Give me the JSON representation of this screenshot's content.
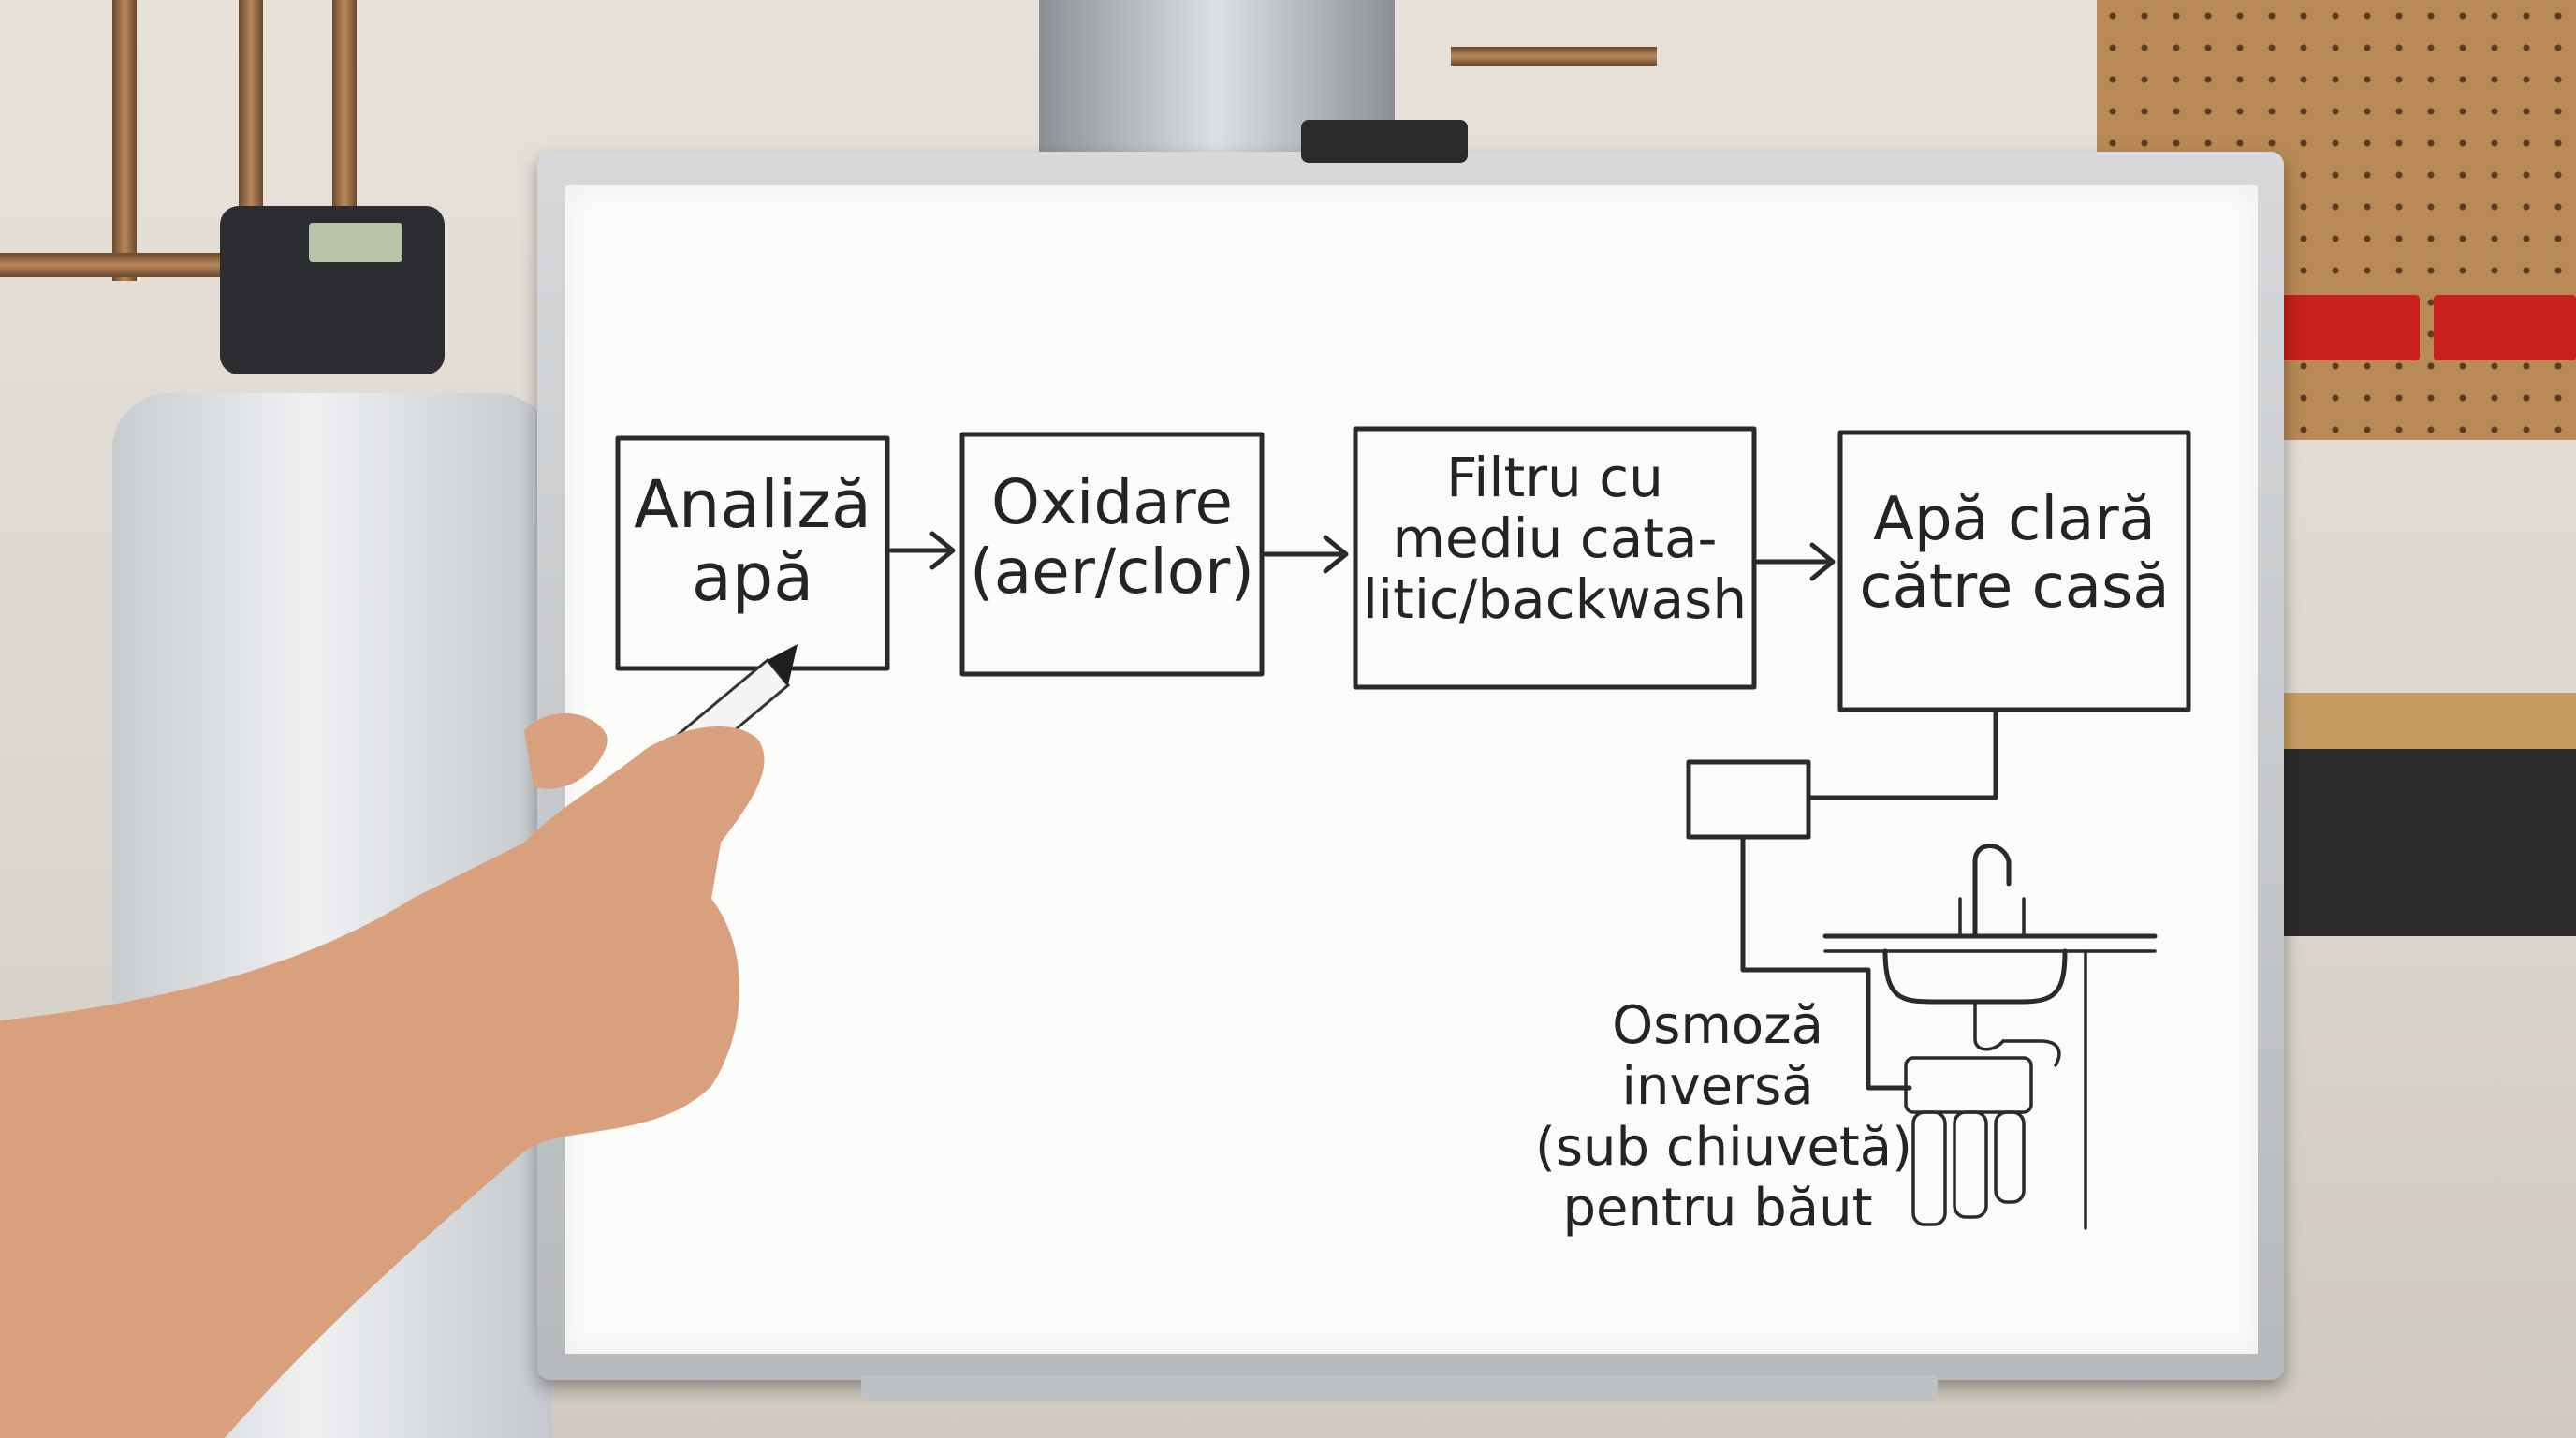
{
  "boxes": [
    {
      "lines": [
        "Analiză",
        "apă"
      ]
    },
    {
      "lines": [
        "Oxidare",
        "(aer/clor)"
      ]
    },
    {
      "lines": [
        "Filtru cu",
        "mediu cata-",
        "litic/backwash"
      ]
    },
    {
      "lines": [
        "Apă clară",
        "către casă"
      ]
    }
  ],
  "ro_label": {
    "lines": [
      "Osmoză",
      "inversă",
      "(sub chiuvetă)",
      "pentru băut"
    ]
  },
  "colors": {
    "ink": "#2a2a2a",
    "board": "#fbfbfa",
    "frame": "#c4c7ca",
    "marker": "#1f1f1f"
  }
}
